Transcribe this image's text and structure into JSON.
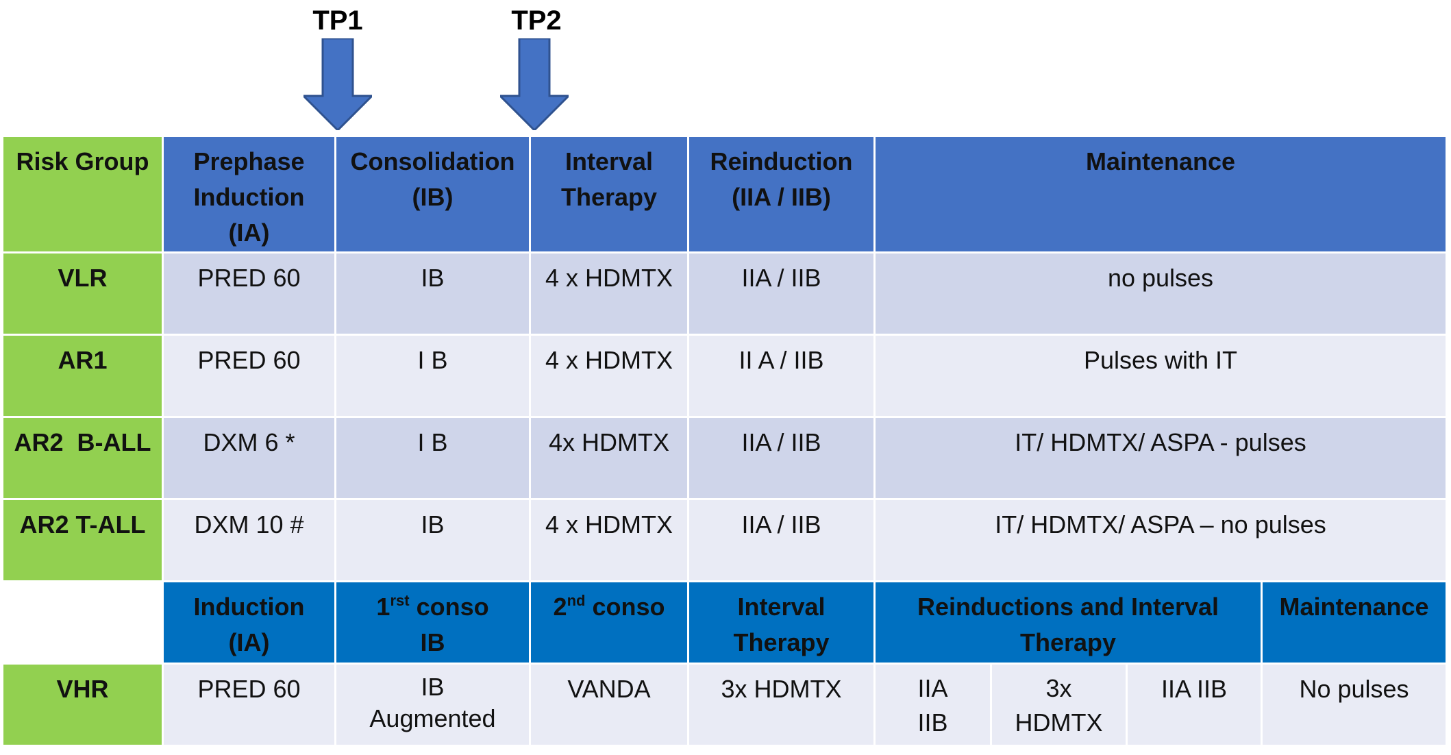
{
  "timepoints": [
    "TP1",
    "TP2"
  ],
  "header_top": {
    "risk_group": "Risk Group",
    "prephase_induction": [
      "Prephase",
      "Induction",
      "(IA)"
    ],
    "consolidation": [
      "Consolidation",
      "(IB)"
    ],
    "interval_therapy": [
      "Interval",
      "Therapy"
    ],
    "reinduction": [
      "Reinduction",
      "(IIA / IIB)"
    ],
    "maintenance": "Maintenance"
  },
  "rows": [
    {
      "group": "VLR",
      "induction": "PRED 60",
      "consolidation": "IB",
      "interval": "4 x HDMTX",
      "reinduction": "IIA / IIB",
      "maintenance": "no pulses"
    },
    {
      "group": "AR1",
      "induction": "PRED 60",
      "consolidation": "I B",
      "interval": "4 x HDMTX",
      "reinduction": "II A / IIB",
      "maintenance": "Pulses with IT"
    },
    {
      "group": "AR2  B-ALL",
      "induction": "DXM 6 *",
      "consolidation": "I B",
      "interval": "4x HDMTX",
      "reinduction": "IIA / IIB",
      "maintenance": "IT/ HDMTX/ ASPA - pulses"
    },
    {
      "group": "AR2 T-ALL",
      "induction": "DXM 10 #",
      "consolidation": "IB",
      "interval": "4 x HDMTX",
      "reinduction": "IIA / IIB",
      "maintenance": "IT/ HDMTX/ ASPA – no pulses"
    }
  ],
  "header_vhr": {
    "induction": [
      "Induction",
      "(IA)"
    ],
    "conso1_prefix": "1",
    "conso1_sup": "rst",
    "conso1_suffix": " conso",
    "conso1_line2": "IB",
    "conso2_prefix": "2",
    "conso2_sup": "nd",
    "conso2_suffix": " conso",
    "interval_therapy": [
      "Interval",
      "Therapy"
    ],
    "reinductions": [
      "Reinductions and Interval",
      "Therapy"
    ],
    "maintenance": "Maintenance"
  },
  "vhr_row": {
    "group": "VHR",
    "induction": "PRED 60",
    "conso1": [
      "IB",
      "Augmented"
    ],
    "conso2": "VANDA",
    "interval": "3x HDMTX",
    "reind_a": [
      "IIA",
      "IIB"
    ],
    "reind_b": [
      "3x",
      "HDMTX"
    ],
    "reind_c": "IIA IIB",
    "maintenance": "No pulses"
  },
  "colors": {
    "risk_green": "#92d050",
    "header_blue": "#4472c4",
    "vhr_header_blue": "#0070c0",
    "row_dark": "#cfd5ea",
    "row_light": "#e9ebf5"
  }
}
